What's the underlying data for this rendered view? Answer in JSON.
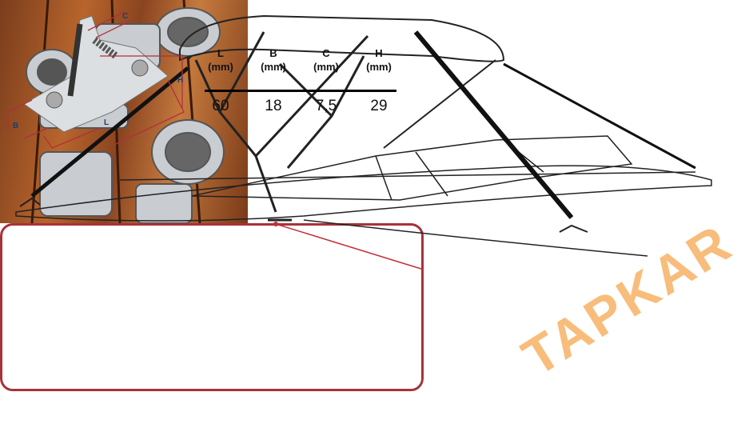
{
  "table": {
    "headers": [
      {
        "name": "L",
        "unit": "(mm)"
      },
      {
        "name": "B",
        "unit": "(mm)"
      },
      {
        "name": "C",
        "unit": "(mm)"
      },
      {
        "name": "H",
        "unit": "(mm)"
      }
    ],
    "values": [
      "60",
      "18",
      "7,5",
      "29"
    ]
  },
  "dimension_labels": {
    "C": "C",
    "H": "H",
    "B": "B",
    "L": "L"
  },
  "watermark": "TAPKAR",
  "colors": {
    "callout_border": "#a8323a",
    "watermark": "#f6a850",
    "dimension_line": "#b0303a"
  }
}
